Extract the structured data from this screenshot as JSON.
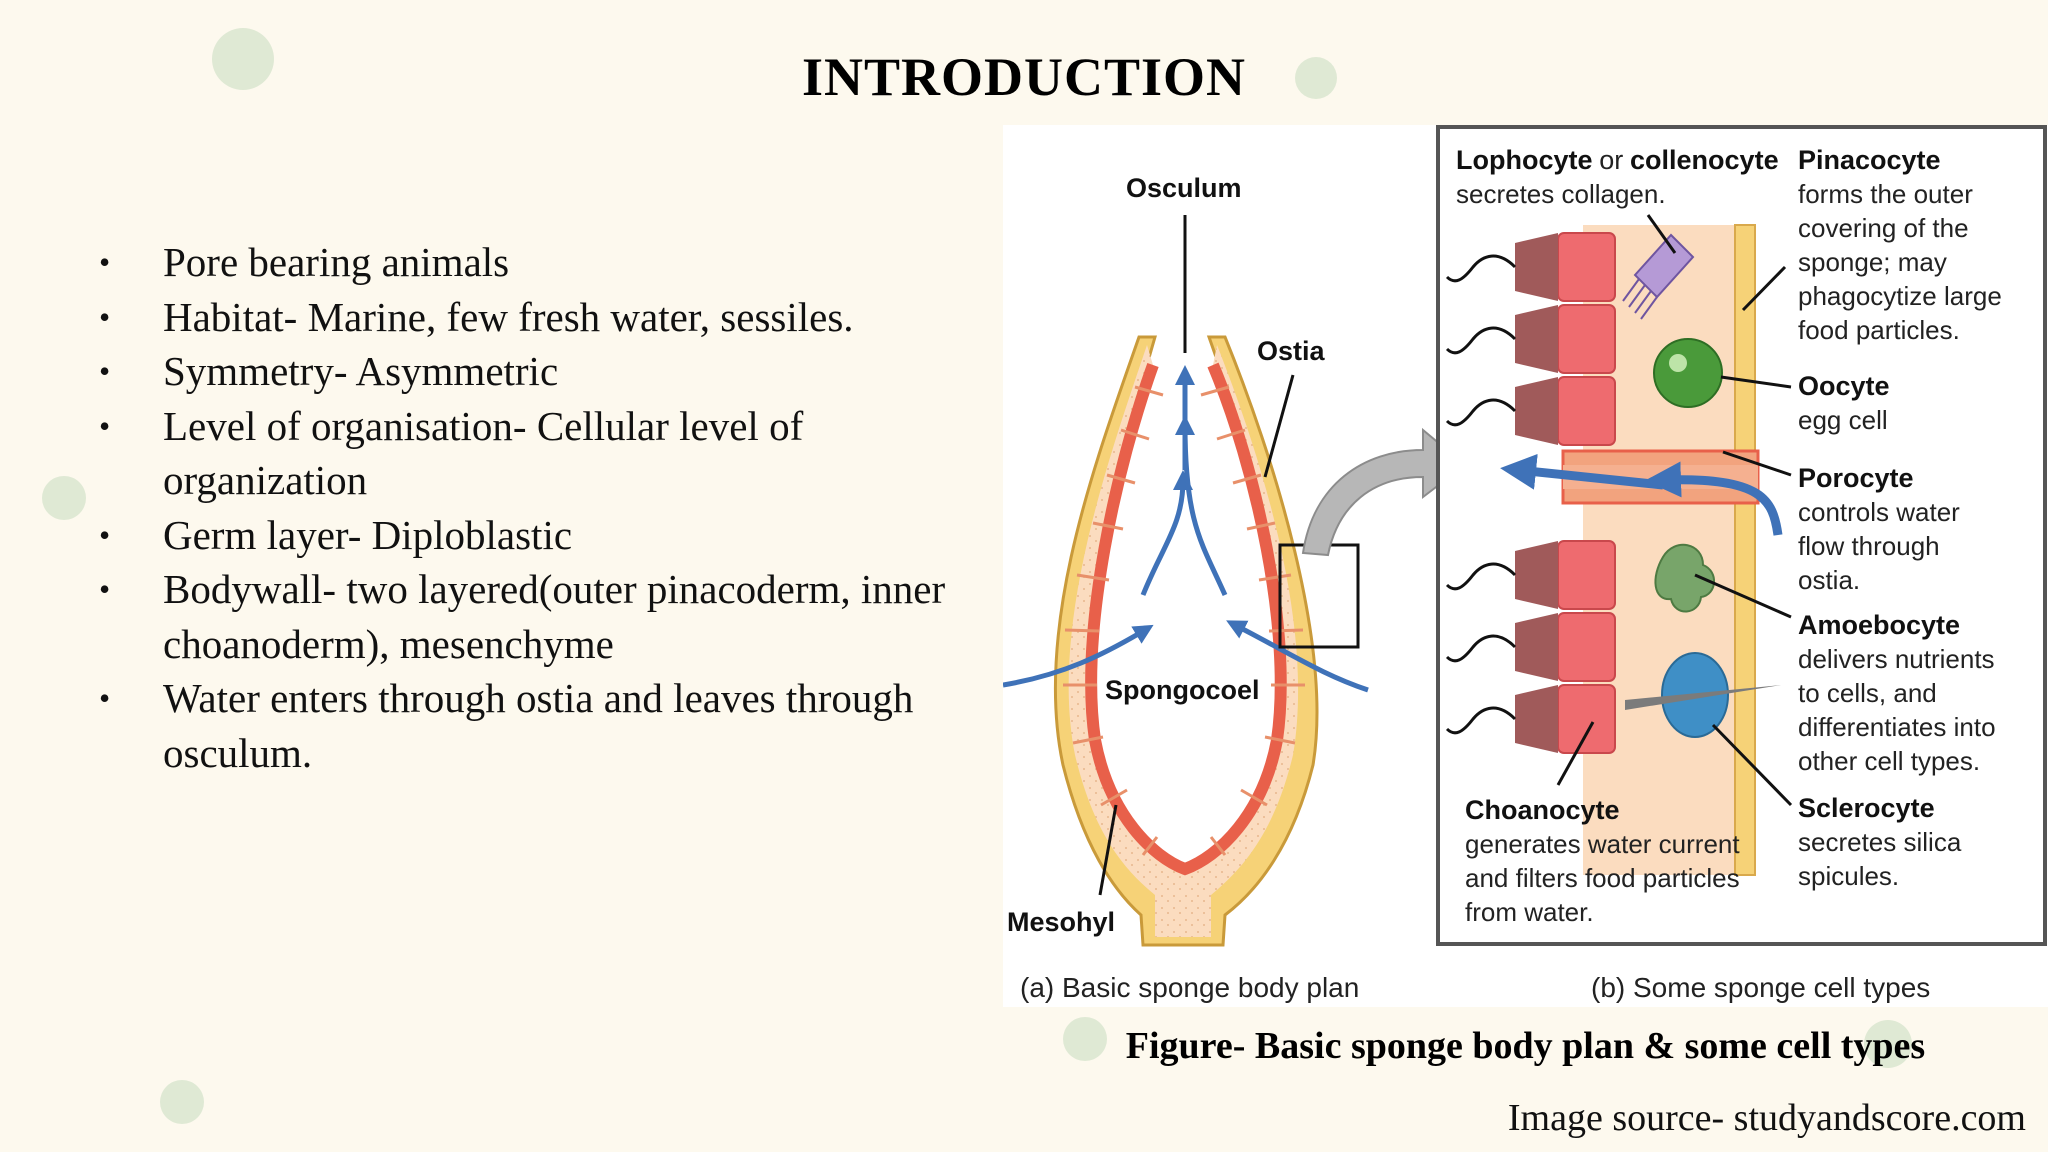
{
  "slide": {
    "title": "INTRODUCTION",
    "bullets": [
      "Pore bearing animals",
      "Habitat- Marine, few fresh water, sessiles.",
      "Symmetry- Asymmetric",
      "Level of organisation- Cellular level of organization",
      "Germ layer- Diploblastic",
      "Bodywall- two layered(outer pinacoderm, inner choanoderm), mesenchyme",
      "Water enters through ostia and leaves through osculum."
    ],
    "caption": "Figure- Basic sponge body plan & some cell types",
    "image_source": "Image source- studyandscore.com"
  },
  "figure": {
    "panel_a": {
      "caption": "(a) Basic sponge body plan",
      "labels": {
        "osculum": "Osculum",
        "ostia": "Ostia",
        "spongocoel": "Spongocoel",
        "mesohyl": "Mesohyl"
      }
    },
    "panel_b": {
      "caption": "(b) Some sponge cell types",
      "lophocyte": {
        "title_a": "Lophocyte",
        "title_or": "or",
        "title_b": "collenocyte",
        "desc": "secretes collagen."
      },
      "pinacocyte": {
        "title": "Pinacocyte",
        "lines": [
          "forms the outer",
          "covering of the",
          "sponge; may",
          "phagocytize large",
          "food particles."
        ]
      },
      "oocyte": {
        "title": "Oocyte",
        "lines": [
          "egg cell"
        ]
      },
      "porocyte": {
        "title": "Porocyte",
        "lines": [
          "controls water",
          "flow through",
          "ostia."
        ]
      },
      "amoebocyte": {
        "title": "Amoebocyte",
        "lines": [
          "delivers nutrients",
          "to cells, and",
          "differentiates into",
          "other cell types."
        ]
      },
      "sclerocyte": {
        "title": "Sclerocyte",
        "lines": [
          "secretes silica",
          "spicules."
        ]
      },
      "choanocyte": {
        "title": "Choanocyte",
        "lines": [
          "generates water current",
          "and filters food particles",
          "from water."
        ]
      }
    }
  },
  "colors": {
    "background": "#fdf9ee",
    "decor_dot": "#dfe9d4",
    "choanocyte_red": "#e8604a",
    "mesohyl_peach": "#fbdcbf",
    "pinacoderm_yellow": "#f6d277",
    "water_arrow_blue": "#3f72b8"
  }
}
